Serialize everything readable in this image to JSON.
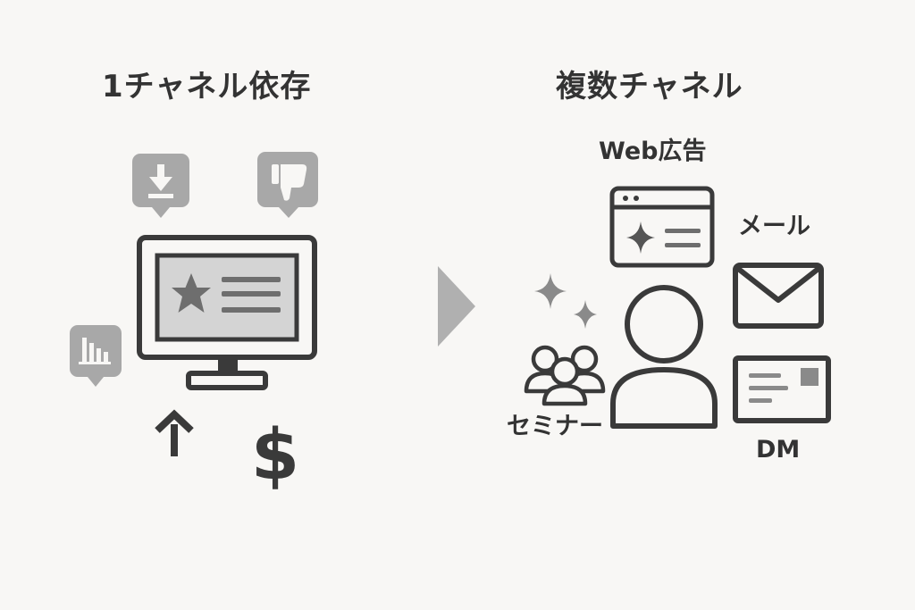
{
  "left_section": {
    "title": "1チャネル依存"
  },
  "right_section": {
    "title": "複数チャネル",
    "channels": {
      "web_ad": "Web広告",
      "mail": "メール",
      "seminar": "セミナー",
      "dm": "DM"
    }
  },
  "colors": {
    "background": "#f8f7f5",
    "stroke": "#3a3a3a",
    "gray_fill": "#a8a8a8",
    "mid_gray": "#6e6e6e"
  },
  "icons": [
    "download-bubble-icon",
    "thumbs-down-bubble-icon",
    "bar-chart-bubble-icon",
    "monitor-icon",
    "star-icon",
    "up-arrow-icon",
    "dollar-icon",
    "arrow-right-icon",
    "sparkle-icon",
    "browser-window-icon",
    "person-icon",
    "group-icon",
    "envelope-icon",
    "postcard-icon"
  ]
}
